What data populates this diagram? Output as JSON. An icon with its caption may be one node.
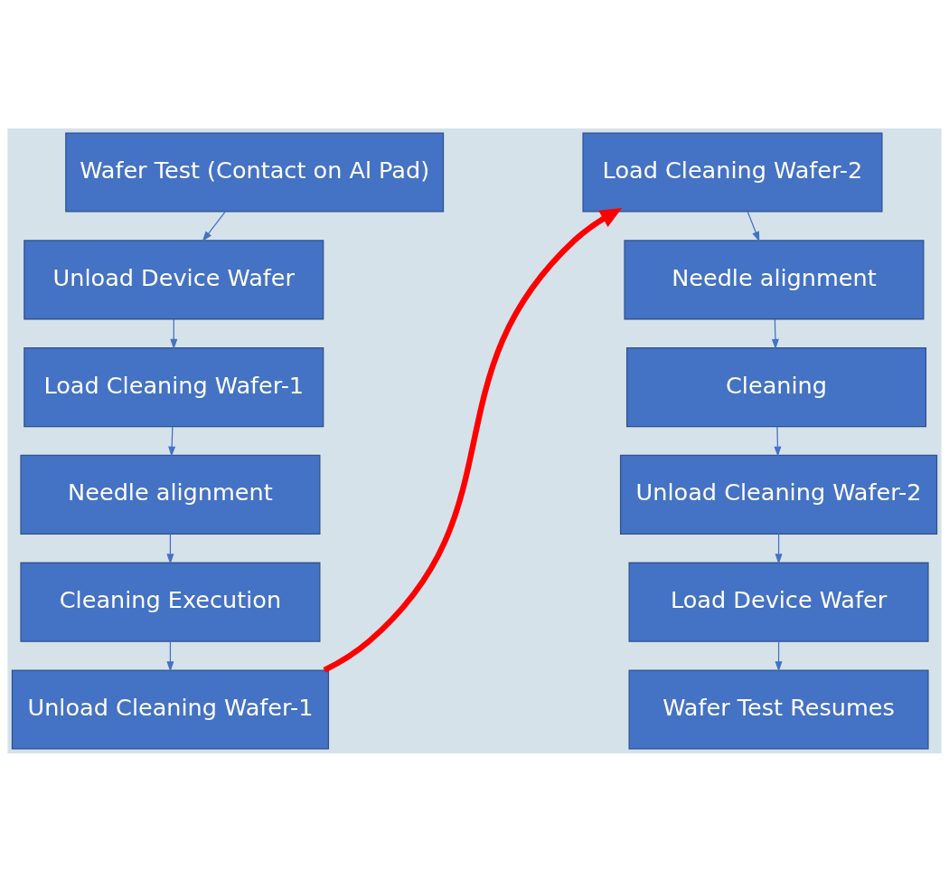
{
  "diagram": {
    "nodes": [
      {
        "text": [
          "Wafer Test (Contact on Al Pad)"
        ]
      },
      {
        "text": [
          "Unload Device Wafer"
        ]
      },
      {
        "text": [
          "Load Cleaning Wafer-1"
        ]
      },
      {
        "text": [
          "Needle alignment"
        ]
      },
      {
        "text": [
          "Cleaning Execution"
        ]
      },
      {
        "text": [
          "Unload Cleaning Wafer-1"
        ]
      },
      {
        "text": [
          "Load Cleaning Wafer-2"
        ]
      },
      {
        "text": [
          "Needle alignment"
        ]
      },
      {
        "text": [
          "Cleaning"
        ]
      },
      {
        "text": [
          "Unload Cleaning Wafer-2"
        ]
      },
      {
        "text": [
          "Load Device Wafer"
        ]
      },
      {
        "text": [
          "Wafer Test Resumes"
        ]
      }
    ],
    "edges": [
      {
        "from": 0,
        "to": 1,
        "arrow": "to"
      },
      {
        "from": 1,
        "to": 2,
        "arrow": "to"
      },
      {
        "from": 2,
        "to": 3,
        "arrow": "to"
      },
      {
        "from": 3,
        "to": 4,
        "arrow": "to"
      },
      {
        "from": 4,
        "to": 5,
        "arrow": "to"
      },
      {
        "from": 5,
        "to": 6,
        "arrow": "to",
        "style": "thick",
        "color": "#ff0000"
      },
      {
        "from": 6,
        "to": 7,
        "arrow": "to"
      },
      {
        "from": 7,
        "to": 8,
        "arrow": "to"
      },
      {
        "from": 8,
        "to": 9,
        "arrow": "to"
      },
      {
        "from": 9,
        "to": 10,
        "arrow": "to"
      },
      {
        "from": 10,
        "to": 11,
        "arrow": "to"
      }
    ]
  }
}
